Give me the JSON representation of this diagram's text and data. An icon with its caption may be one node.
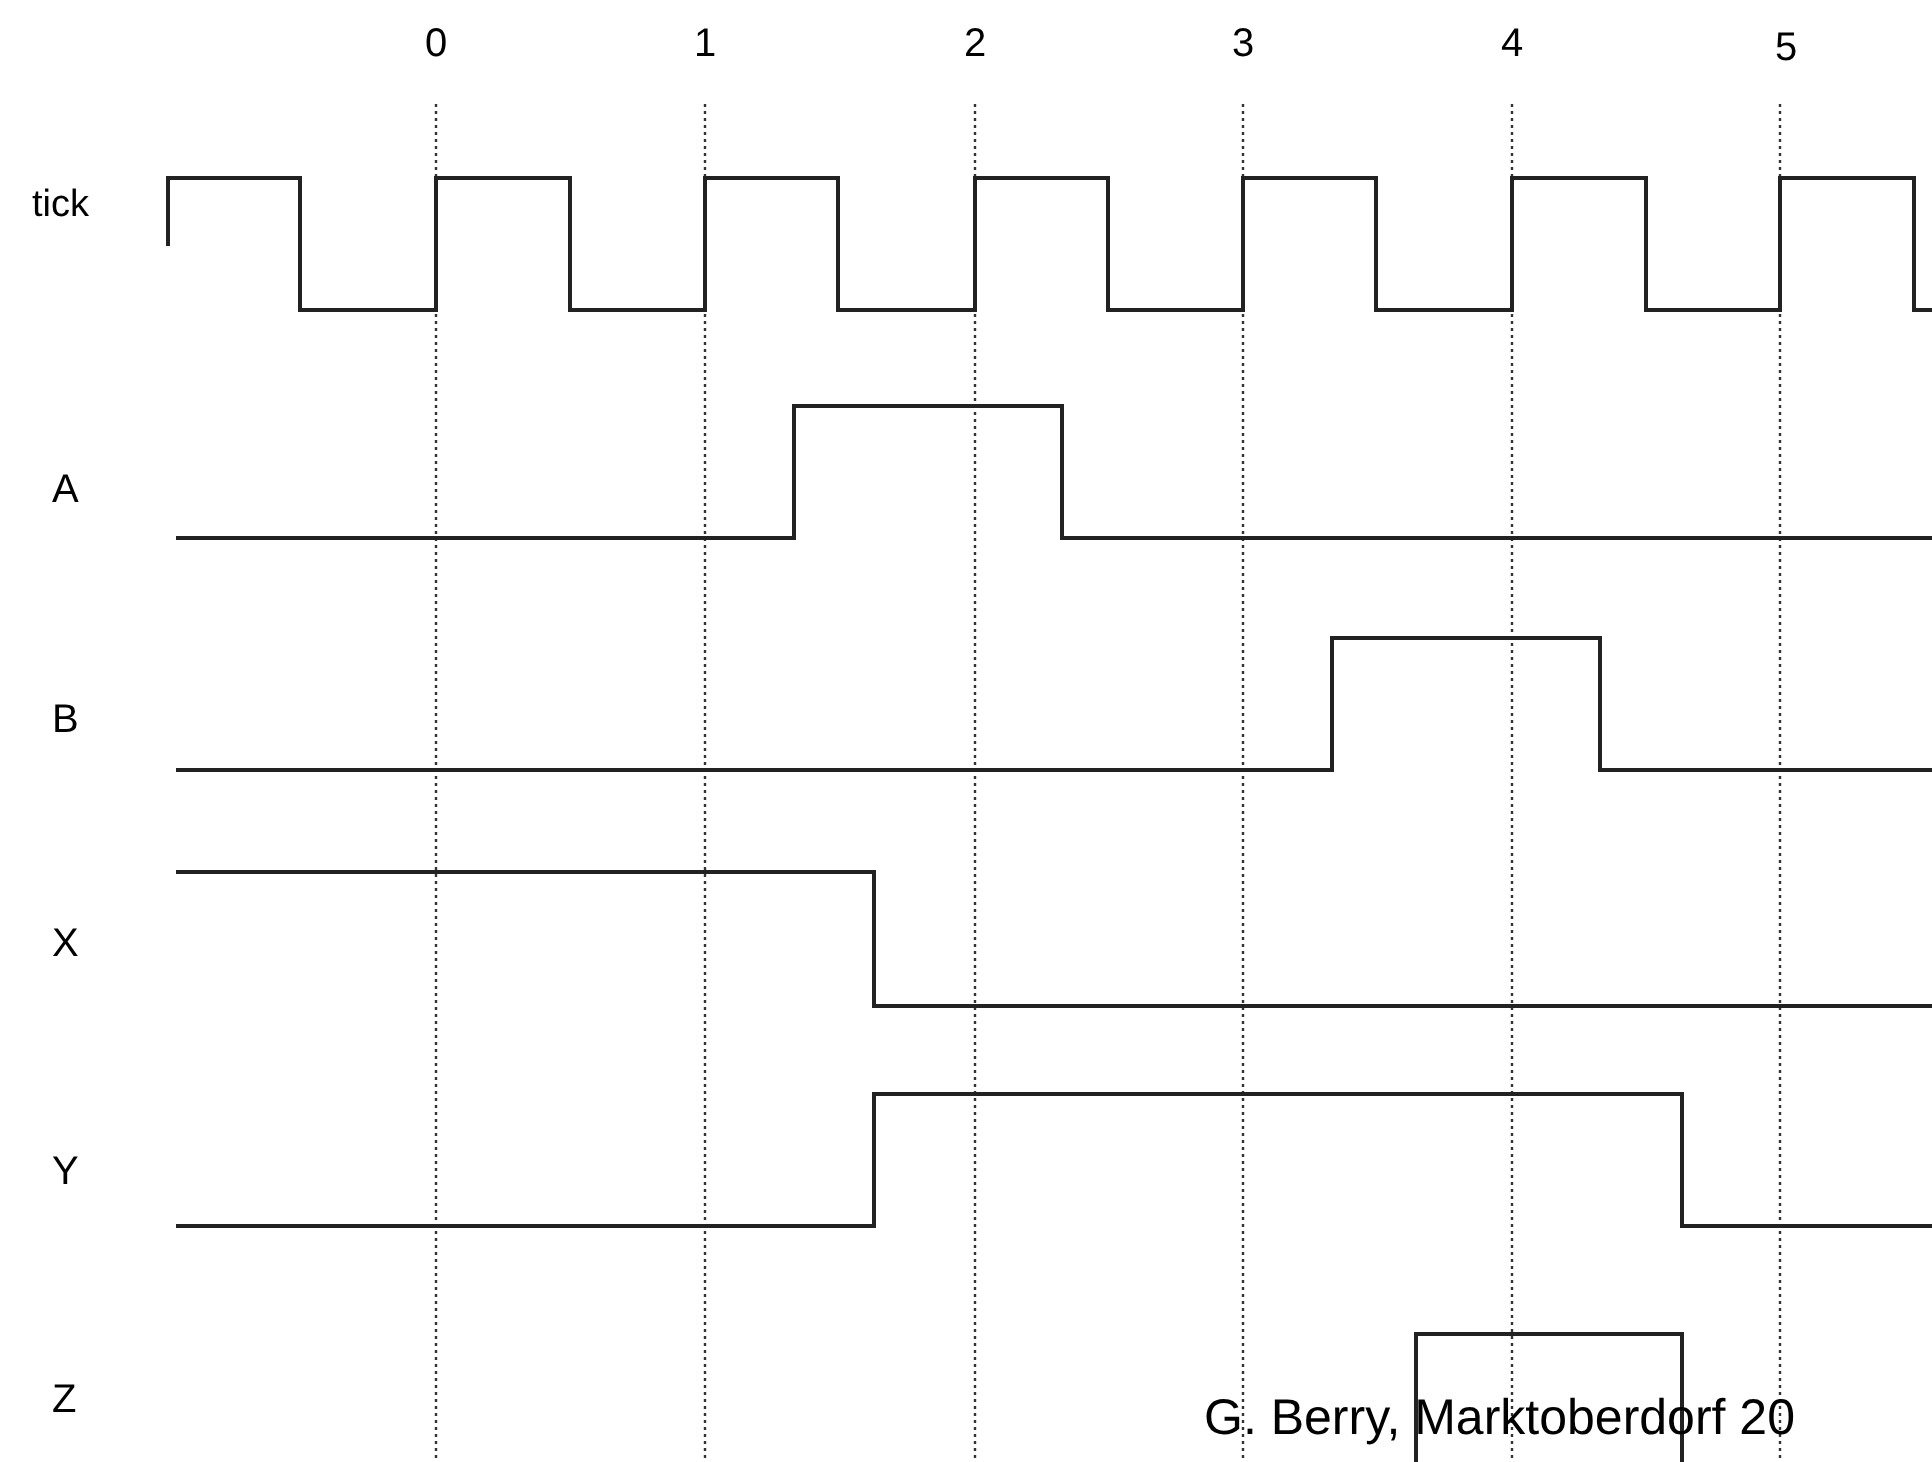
{
  "diagram": {
    "labels": [
      "0",
      "1",
      "2",
      "3",
      "4",
      "5",
      "tick",
      "A",
      "B",
      "X",
      "Y",
      "Z",
      "G. Berry, Marktoberdorf 20"
    ]
  }
}
